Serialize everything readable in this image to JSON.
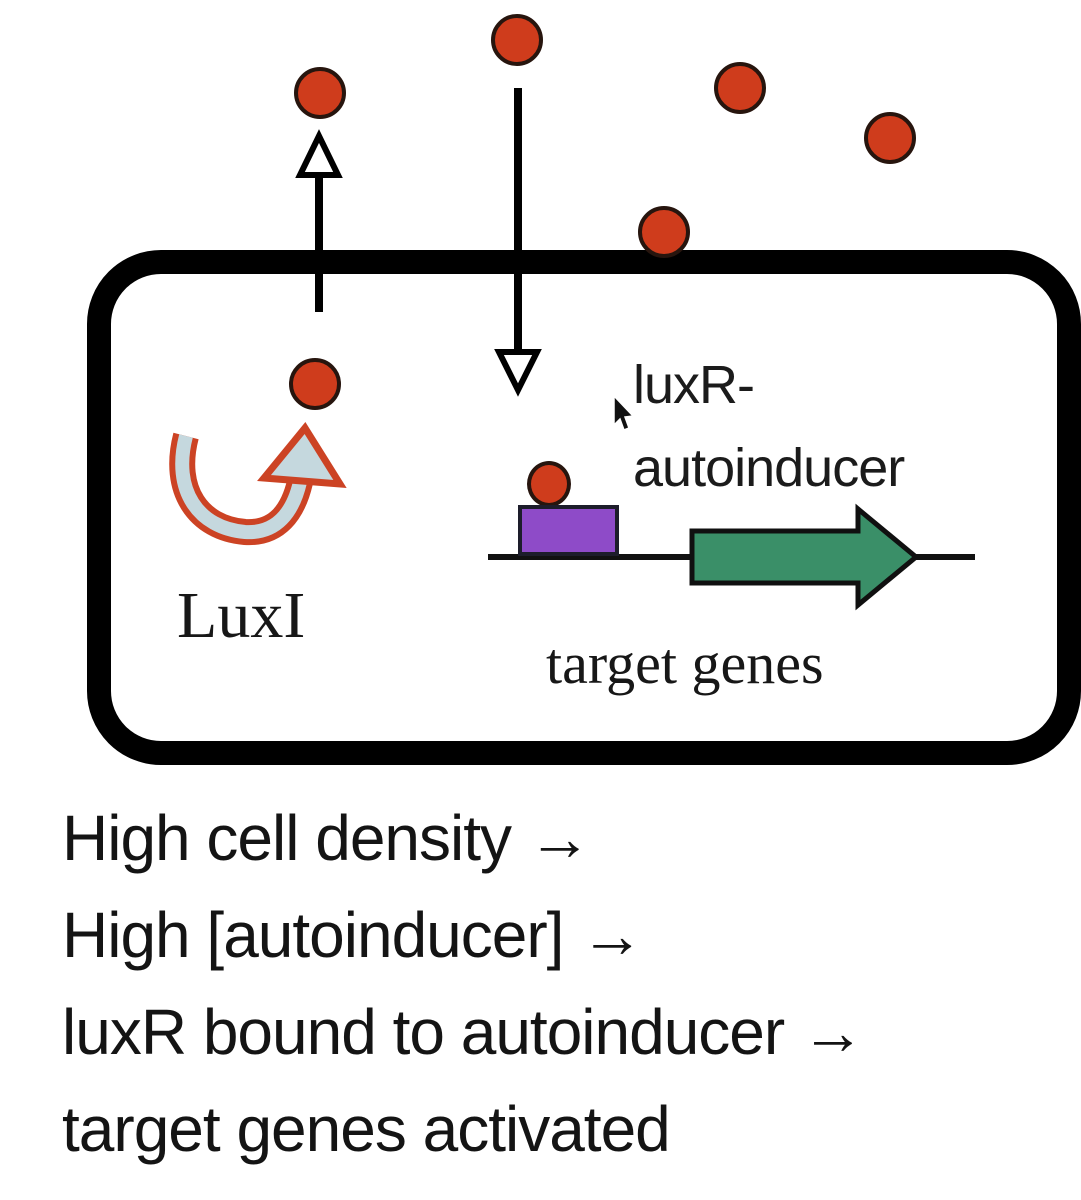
{
  "diagram": {
    "cell": {
      "luxi_label": "LuxI",
      "luxr_label_line1": "luxR-",
      "luxr_label_line2": "autoinducer",
      "target_genes_label": "target genes"
    },
    "caption_lines": [
      "High cell density →",
      "High [autoinducer] →",
      "luxR bound to autoinducer →",
      "target genes activated"
    ]
  },
  "colors": {
    "background": "#ffffff",
    "membrane": "#000000",
    "autoinducer_fill": "#cf3c1c",
    "autoinducer_border": "#27150e",
    "promoter_fill": "#8e4bc8",
    "gene_arrow_fill": "#3a8f68",
    "luxi_arrow_outline": "#cc4324",
    "luxi_arrow_fill": "#c5d8de",
    "text": "#1b1b1b"
  }
}
